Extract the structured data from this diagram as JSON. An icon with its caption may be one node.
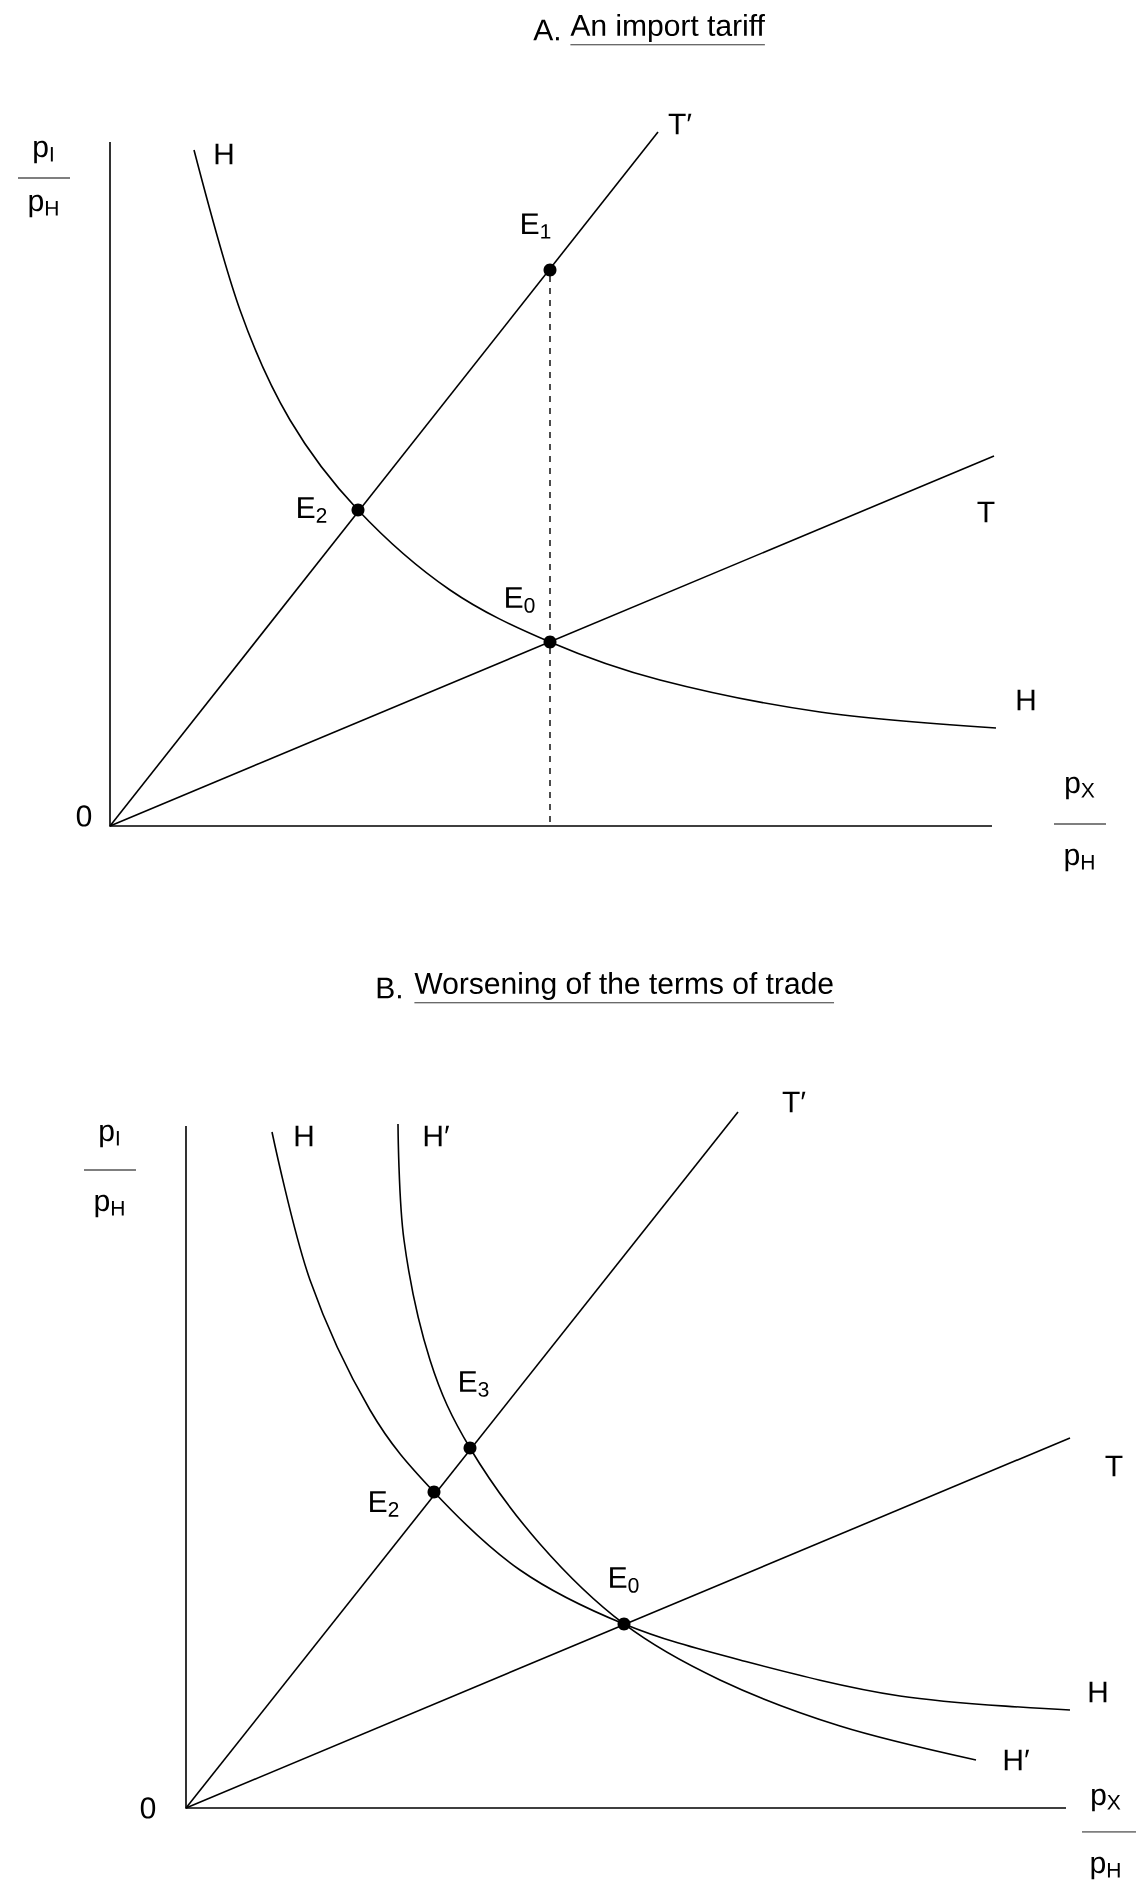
{
  "diagram": {
    "nodes": [
      {
        "text": [],
        "shape": "circle",
        "beside": [
          "E$_{1}$"
        ]
      },
      {
        "text": [],
        "shape": "circle",
        "beside": [
          "E$_{2}$"
        ]
      },
      {
        "text": [],
        "shape": "circle",
        "beside": [
          "E$_{0}$"
        ]
      },
      {
        "text": [],
        "shape": "circle",
        "beside": [
          "E$_{3}$"
        ]
      },
      {
        "text": [],
        "shape": "circle",
        "beside": [
          "E$_{2}$"
        ]
      },
      {
        "text": [],
        "shape": "circle",
        "beside": [
          "E$_{0}$"
        ]
      }
    ],
    "labels": [
      "A.",
      "An import tariff",
      "T′",
      "p$_{I}$",
      "H",
      "p$_{H}$",
      "T",
      "H",
      "0",
      "p$_{X}$",
      "p$_{H}$",
      "B.",
      "Worsening of the terms of trade",
      "T′",
      "p$_{I}$",
      "H",
      "H′",
      "p$_{H}$",
      "T",
      "H",
      "H′",
      "0",
      "p$_{X}$",
      "p$_{H}$"
    ]
  }
}
